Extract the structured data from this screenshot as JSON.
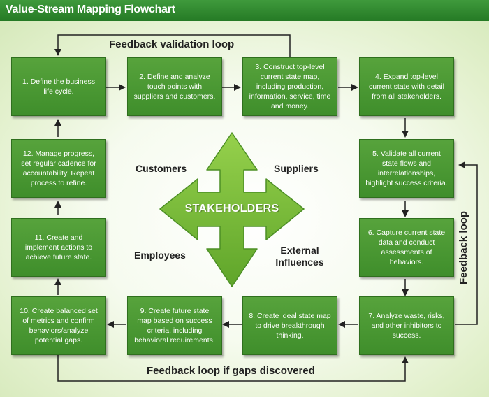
{
  "title": "Value-Stream Mapping Flowchart",
  "steps": [
    "1. Define the business life cycle.",
    "2. Define and analyze touch points with suppliers and customers.",
    "3. Construct top-level current state map, including production, information, service, time and money.",
    "4. Expand top-level current state with detail from all stakeholders.",
    "5. Validate all current state flows and interrelationships, highlight success criteria.",
    "6. Capture current state data and conduct assessments of behaviors.",
    "7. Analyze waste, risks, and other inhibitors to success.",
    "8. Create ideal state map to drive breakthrough thinking.",
    "9. Create future state map based on success criteria, including behavioral requirements.",
    "10. Create balanced set of metrics and confirm behaviors/analyze potential gaps.",
    "11. Create and implement actions to achieve future state.",
    "12. Manage progress, set regular cadence for accountability. Repeat process to refine."
  ],
  "center": {
    "label": "STAKEHOLDERS",
    "groups": [
      "Customers",
      "Suppliers",
      "Employees",
      "External Influences"
    ]
  },
  "loops": {
    "top": "Feedback validation loop",
    "right": "Feedback loop",
    "bottom": "Feedback loop if gaps discovered"
  },
  "colors": {
    "box_green": "#4a9a35",
    "arrow_green": "#7fc23a",
    "title_bar": "#2e8a2e"
  }
}
